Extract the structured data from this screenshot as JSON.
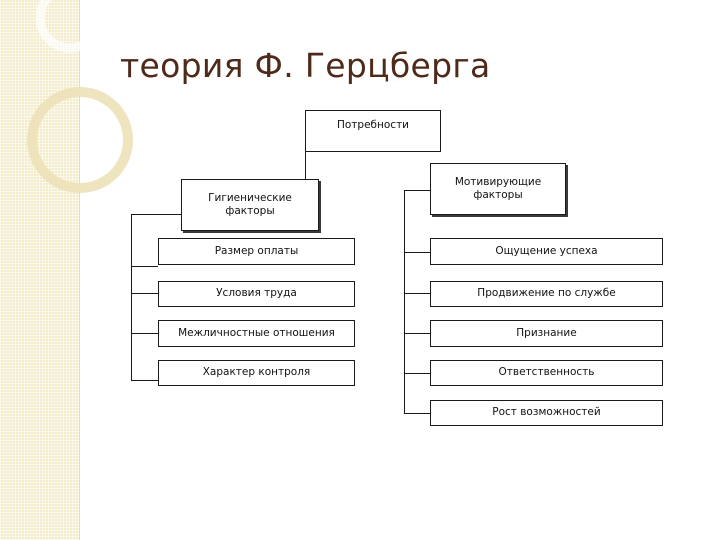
{
  "slide": {
    "title": "теория Ф. Герцберга"
  },
  "diagram": {
    "root": "Потребности",
    "hygiene": {
      "header": "Гигиенические\nфакторы",
      "items": [
        "Размер оплаты",
        "Условия труда",
        "Межличностные отношения",
        "Характер контроля"
      ]
    },
    "motivators": {
      "header": "Мотивирующие\nфакторы",
      "items": [
        "Ощущение успеха",
        "Продвижение по службе",
        "Признание",
        "Ответственность",
        "Рост возможностей"
      ]
    }
  },
  "colors": {
    "title": "#4e2a1b",
    "side_pattern": "#f3eccb",
    "lines": "#1a1a1a"
  }
}
